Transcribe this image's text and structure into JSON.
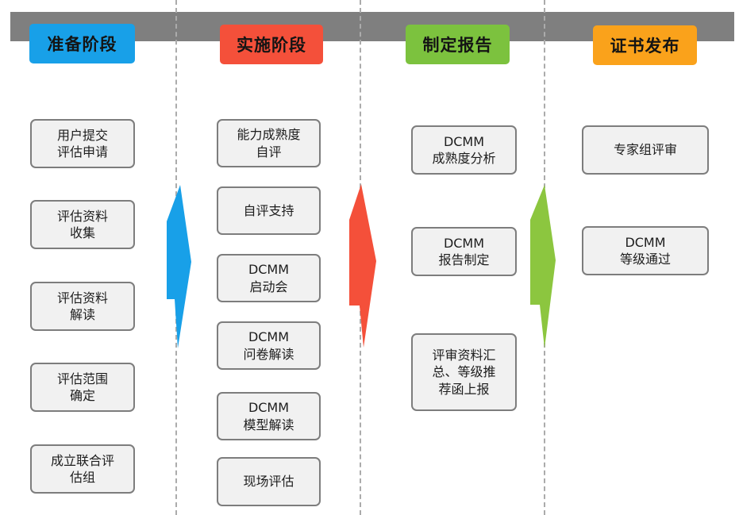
{
  "diagram": {
    "bar_color": "#7f7f7f",
    "box_fill": "#f1f1f1",
    "box_border": "#7d7d7d",
    "divider_color": "#ababab"
  },
  "phases": [
    {
      "header": "准备阶段",
      "color": "#18a0e8",
      "steps": [
        "用户提交\n评估申请",
        "评估资料\n收集",
        "评估资料\n解读",
        "评估范围\n确定",
        "成立联合评\n估组"
      ]
    },
    {
      "header": "实施阶段",
      "color": "#f4503a",
      "steps": [
        "能力成熟度\n自评",
        "自评支持",
        "DCMM\n启动会",
        "DCMM\n问卷解读",
        "DCMM\n模型解读",
        "现场评估"
      ]
    },
    {
      "header": "制定报告",
      "color": "#7cc23e",
      "steps": [
        "DCMM\n成熟度分析",
        "DCMM\n报告制定",
        "评审资料汇\n总、等级推\n荐函上报"
      ]
    },
    {
      "header": "证书发布",
      "color": "#faa21b",
      "steps": [
        "专家组评审",
        "DCMM\n等级通过"
      ]
    }
  ],
  "arrows": [
    {
      "name": "preparation-to-implementation",
      "color": "#18a0e8"
    },
    {
      "name": "implementation-to-report",
      "color": "#f4503a"
    },
    {
      "name": "report-to-certificate",
      "color": "#8cc63f"
    }
  ]
}
